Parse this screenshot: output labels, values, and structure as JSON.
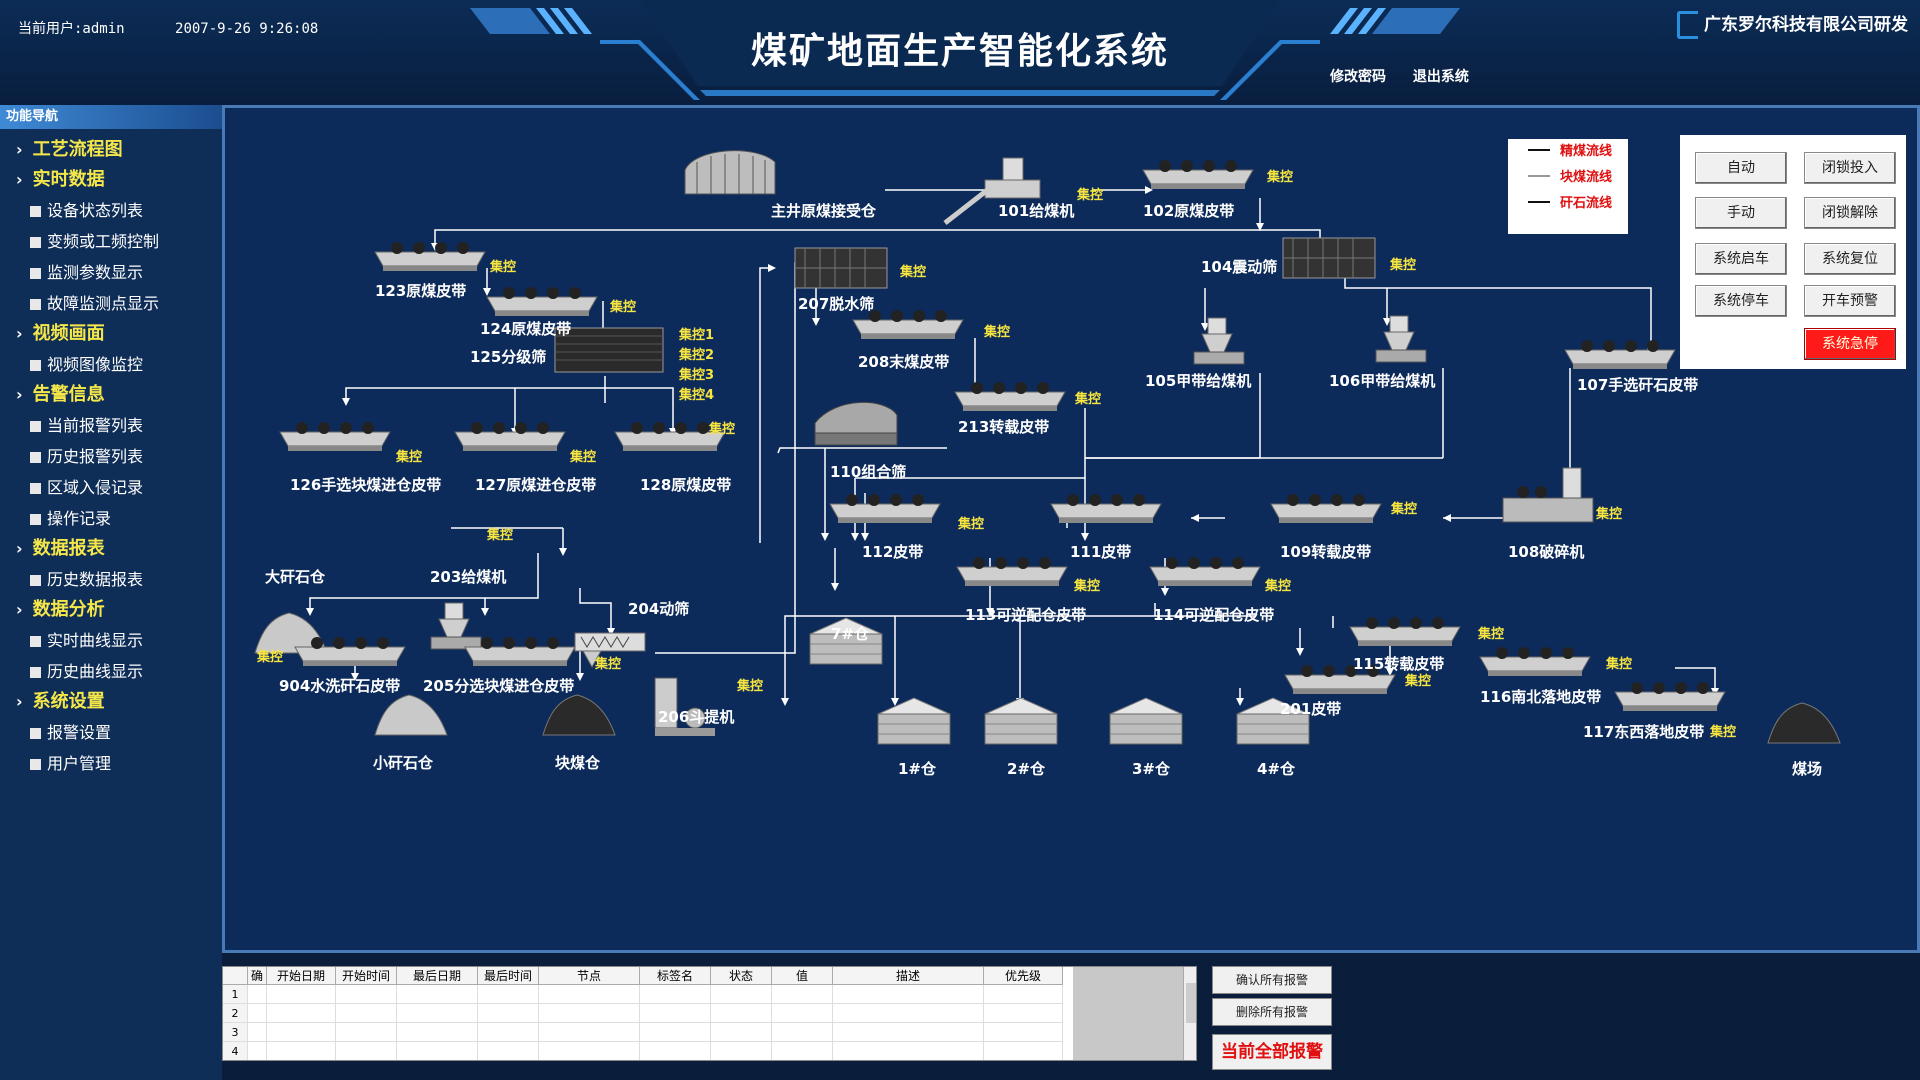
{
  "header": {
    "current_user": "当前用户:admin",
    "datetime": "2007-9-26  9:26:08",
    "title": "煤矿地面生产智能化系统",
    "company": "广东罗尔科技有限公司研发",
    "links": [
      "修改密码",
      "退出系统"
    ]
  },
  "sidebar": {
    "header": "功能导航",
    "groups": [
      {
        "label": "工艺流程图",
        "items": []
      },
      {
        "label": "实时数据",
        "items": [
          "设备状态列表",
          "变频或工频控制",
          "监测参数显示",
          "故障监测点显示"
        ]
      },
      {
        "label": "视频画面",
        "items": [
          "视频图像监控"
        ]
      },
      {
        "label": "告警信息",
        "items": [
          "当前报警列表",
          "历史报警列表",
          "区域入侵记录",
          "操作记录"
        ]
      },
      {
        "label": "数据报表",
        "items": [
          "历史数据报表"
        ]
      },
      {
        "label": "数据分析",
        "items": [
          "实时曲线显示",
          "历史曲线显示"
        ]
      },
      {
        "label": "系统设置",
        "items": [
          "报警设置",
          "用户管理"
        ]
      }
    ]
  },
  "legend": [
    "精煤流线",
    "块煤流线",
    "矸石流线"
  ],
  "controls": {
    "auto": "自动",
    "lock_in": "闭锁投入",
    "manual": "手动",
    "lock_release": "闭锁解除",
    "sys_start": "系统启车",
    "sys_reset": "系统复位",
    "sys_stop": "系统停车",
    "start_warn": "开车预警",
    "estop": "系统急停"
  },
  "equipment": {
    "e_main_bin": "主井原煤接受仓",
    "e_101": "101给煤机",
    "e_102": "102原煤皮带",
    "e_104": "104震动筛",
    "e_123": "123原煤皮带",
    "e_124": "124原煤皮带",
    "e_125": "125分级筛",
    "e_207": "207脱水筛",
    "e_208": "208末煤皮带",
    "e_213": "213转载皮带",
    "e_105": "105甲带给煤机",
    "e_106": "106甲带给煤机",
    "e_107": "107手选矸石皮带",
    "e_126": "126手选块煤进仓皮带",
    "e_127": "127原煤进仓皮带",
    "e_128": "128原煤皮带",
    "e_110": "110组合筛",
    "e_112": "112皮带",
    "e_111": "111皮带",
    "e_109": "109转载皮带",
    "e_108": "108破碎机",
    "e_big_bin": "大矸石仓",
    "e_203": "203给煤机",
    "e_204": "204动筛",
    "e_7bin": "7#仓",
    "e_113": "113可逆配仓皮带",
    "e_114": "114可逆配仓皮带",
    "e_115": "115转载皮带",
    "e_116": "116南北落地皮带",
    "e_117": "117东西落地皮带",
    "e_904": "904水洗矸石皮带",
    "e_205": "205分选块煤进仓皮带",
    "e_206": "206斗提机",
    "e_201": "201皮带",
    "e_small_bin": "小矸石仓",
    "e_lump_bin": "块煤仓",
    "e_1bin": "1#仓",
    "e_2bin": "2#仓",
    "e_3bin": "3#仓",
    "e_4bin": "4#仓",
    "e_yard": "煤场"
  },
  "jk": {
    "base": "集控",
    "c1": "集控1",
    "c2": "集控2",
    "c3": "集控3",
    "c4": "集控4"
  },
  "alarm_table": {
    "columns": [
      "确",
      "开始日期",
      "开始时间",
      "最后日期",
      "最后时间",
      "节点",
      "标签名",
      "状态",
      "值",
      "描述",
      "优先级"
    ],
    "rows": [
      "1",
      "2",
      "3",
      "4"
    ]
  },
  "alarm_buttons": {
    "ack_all": "确认所有报警",
    "delete_all": "删除所有报警",
    "current_all": "当前全部报警"
  }
}
